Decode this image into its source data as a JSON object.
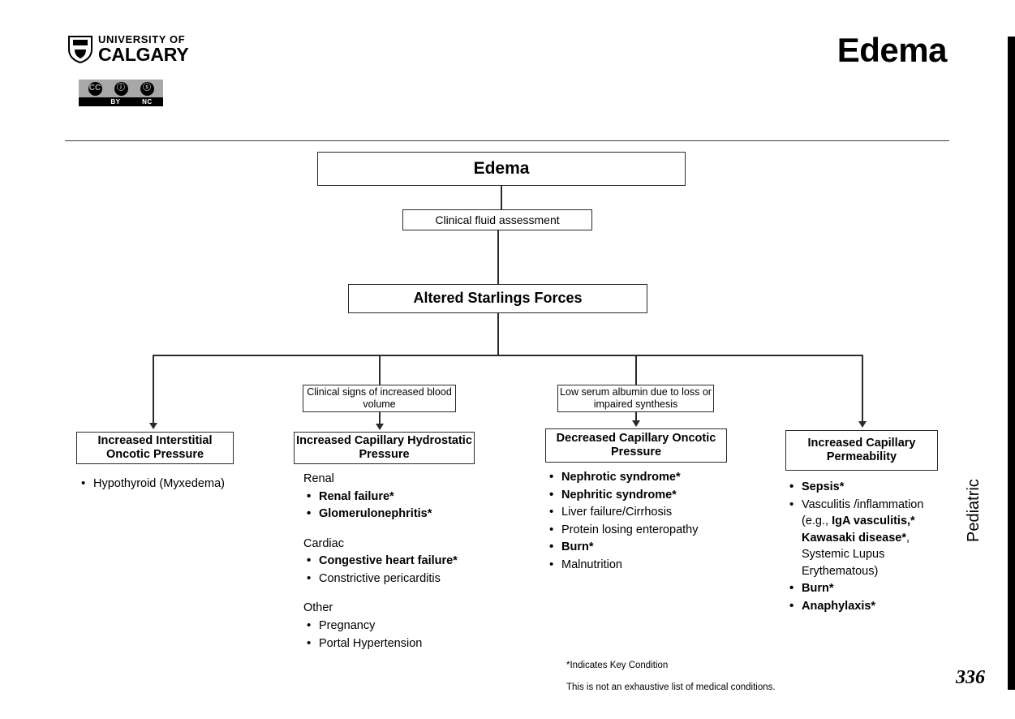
{
  "header": {
    "university_line1": "UNIVERSITY OF",
    "university_line2": "CALGARY",
    "title": "Edema",
    "license": {
      "cc": "CC",
      "by_icon": "ⓘ",
      "nc_icon": "ⓢ",
      "by_label": "BY",
      "nc_label": "NC"
    }
  },
  "flowchart": {
    "root": "Edema",
    "assessment": "Clinical fluid assessment",
    "mechanism": "Altered Starlings Forces",
    "intermediate": {
      "blood_volume": "Clinical signs of increased blood volume",
      "albumin": "Low serum albumin due to loss or impaired synthesis"
    },
    "categories": [
      {
        "title": "Increased Interstitial Oncotic Pressure"
      },
      {
        "title": "Increased Capillary Hydrostatic Pressure"
      },
      {
        "title": "Decreased Capillary Oncotic Pressure"
      },
      {
        "title": "Increased Capillary Permeability"
      }
    ]
  },
  "columns": {
    "col1": {
      "items": [
        {
          "text": "Hypothyroid (Myxedema)",
          "bold": false
        }
      ]
    },
    "col2": {
      "groups": [
        {
          "heading": "Renal",
          "items": [
            {
              "text": "Renal failure*",
              "bold": true
            },
            {
              "text": "Glomerulonephritis*",
              "bold": true
            }
          ]
        },
        {
          "heading": "Cardiac",
          "items": [
            {
              "text": "Congestive heart failure*",
              "bold": true
            },
            {
              "text": "Constrictive pericarditis",
              "bold": false
            }
          ]
        },
        {
          "heading": "Other",
          "items": [
            {
              "text": "Pregnancy",
              "bold": false
            },
            {
              "text": "Portal Hypertension",
              "bold": false
            }
          ]
        }
      ]
    },
    "col3": {
      "items": [
        {
          "text": "Nephrotic syndrome*",
          "bold": true
        },
        {
          "text": "Nephritic syndrome*",
          "bold": true
        },
        {
          "text": "Liver failure/Cirrhosis",
          "bold": false
        },
        {
          "text": "Protein losing enteropathy",
          "bold": false
        },
        {
          "text": "Burn*",
          "bold": true
        },
        {
          "text": "Malnutrition",
          "bold": false
        }
      ]
    },
    "col4": {
      "items": [
        {
          "text": "Sepsis*",
          "bold": true
        },
        {
          "rich": true,
          "parts": [
            {
              "text": "Vasculitis /inflammation (e.g., ",
              "bold": false
            },
            {
              "text": "IgA vasculitis,* Kawasaki disease*",
              "bold": true
            },
            {
              "text": ", Systemic Lupus Erythematous)",
              "bold": false
            }
          ]
        },
        {
          "text": "Burn*",
          "bold": true
        },
        {
          "text": "Anaphylaxis*",
          "bold": true
        }
      ]
    }
  },
  "footnotes": {
    "key": "*Indicates Key Condition",
    "exhaustive": "This is not an exhaustive list of medical conditions."
  },
  "sidebar": {
    "label": "Pediatric",
    "page_number": "336"
  },
  "colors": {
    "line": "#2b2b2b",
    "text": "#000000",
    "background": "#ffffff",
    "badge_gray": "#a8a8a8"
  }
}
